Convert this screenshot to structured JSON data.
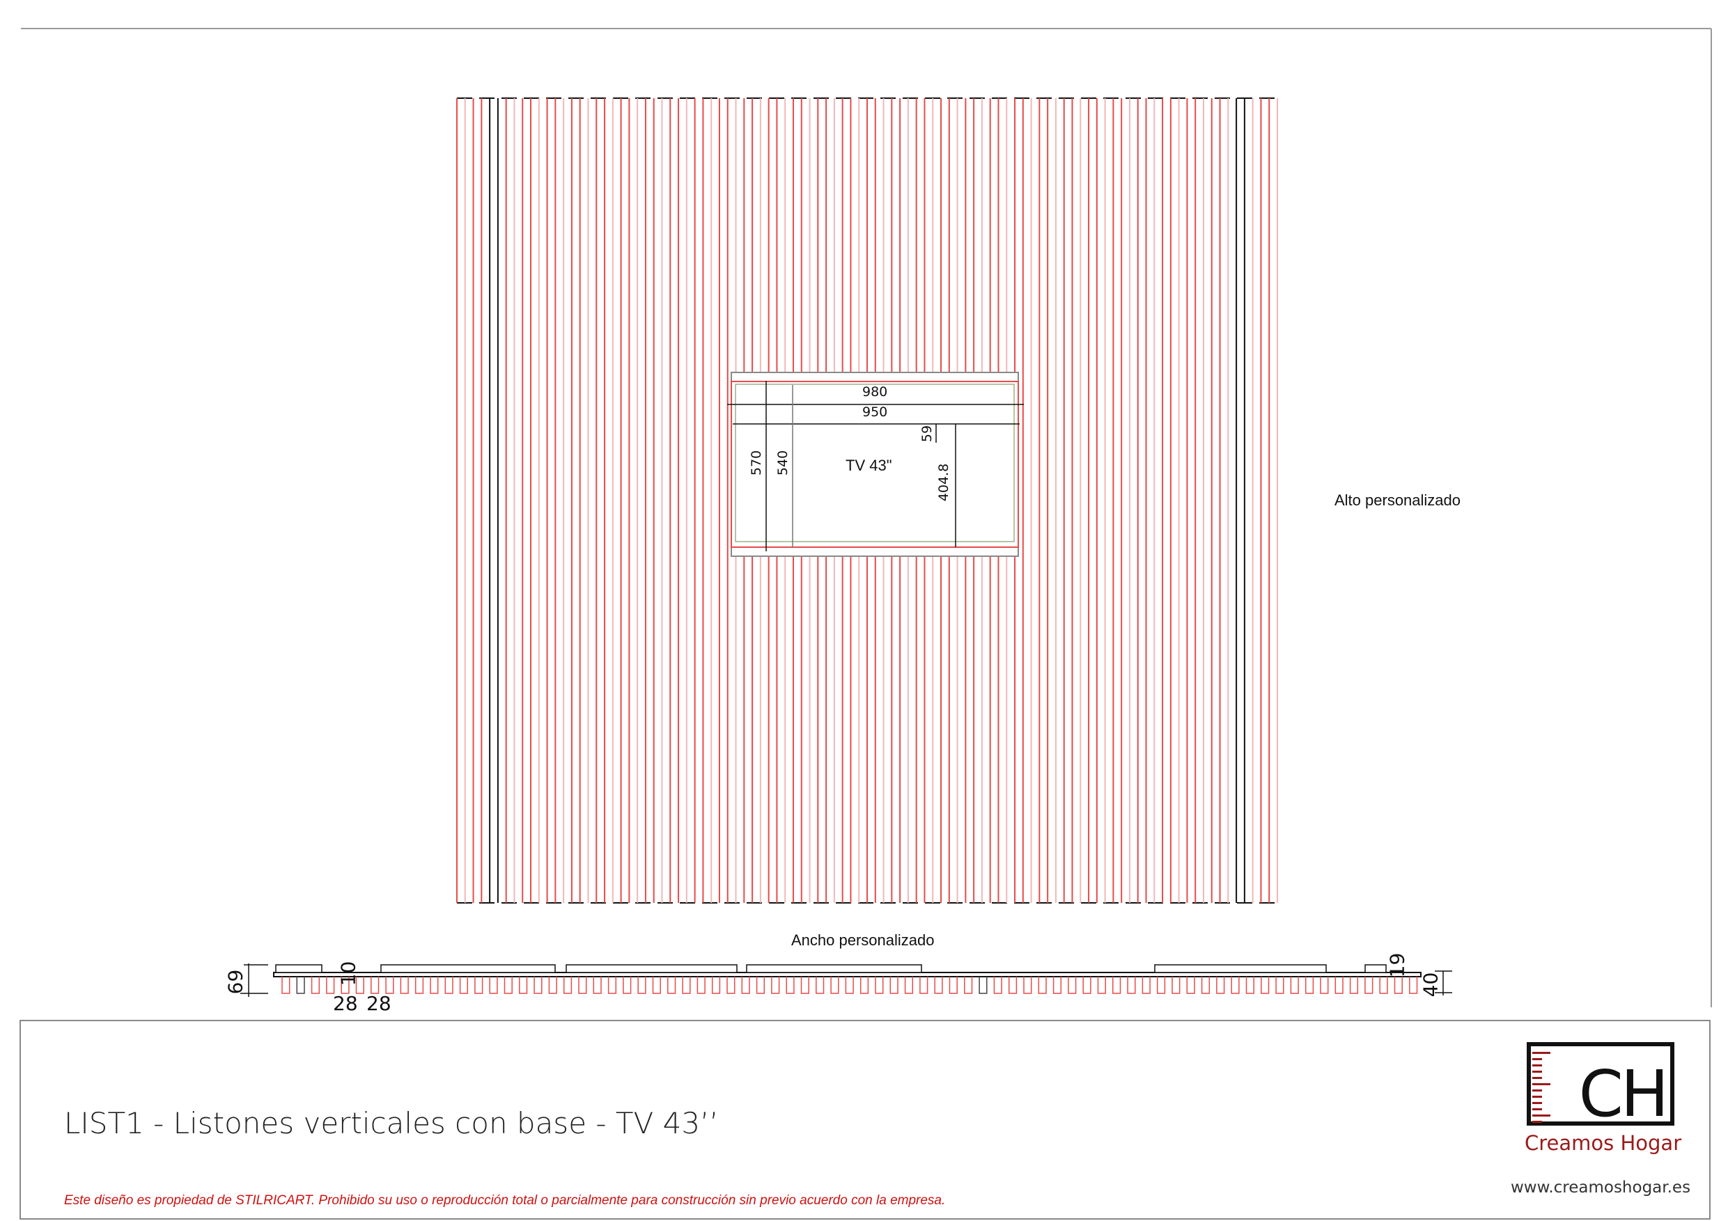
{
  "drawing": {
    "height_label": "Alto personalizado",
    "width_label": "Ancho personalizado",
    "tv_label": "TV 43\"",
    "dimensions": {
      "outer_width": "980",
      "inner_width": "950",
      "outer_height": "570",
      "inner_height": "540",
      "screen_height": "404.8",
      "top_offset": "59"
    },
    "profile_dimensions": {
      "total_depth": "69",
      "base_thickness": "10",
      "slat_width": "28",
      "gap_width": "28",
      "board_thickness": "19",
      "slat_depth": "40"
    },
    "colors": {
      "slat": "#e84a4a",
      "slat_light": "#f0b8b8",
      "line": "#111111",
      "accent": "#e8c830"
    }
  },
  "footer": {
    "title": "LIST1 - Listones verticales con base - TV 43’’",
    "disclaimer": "Este diseño es propiedad de STILRICART. Prohibido su uso o reproducción total o parcialmente para construcción sin previo acuerdo con la empresa.",
    "brand_name": "Creamos Hogar",
    "logo_letters": "CH",
    "website": "www.creamoshogar.es"
  }
}
